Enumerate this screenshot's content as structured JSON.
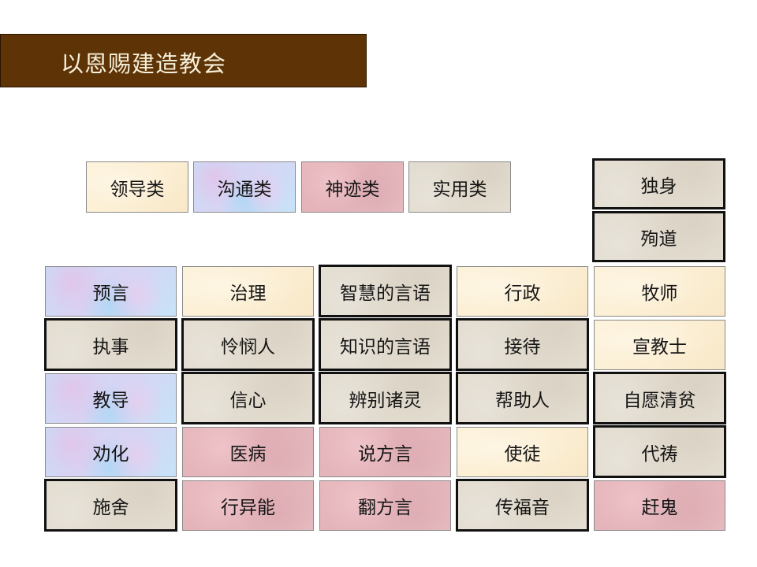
{
  "title": "以恩赐建造教会",
  "legend": [
    {
      "label": "领导类",
      "category": "lead"
    },
    {
      "label": "沟通类",
      "category": "comm"
    },
    {
      "label": "神迹类",
      "category": "mir"
    },
    {
      "label": "实用类",
      "category": "prac"
    }
  ],
  "colors": {
    "title_bar": "#5e3306",
    "title_text": "#f6efd9",
    "lead": "#fcefd4",
    "comm": "#c9dcf6",
    "mir": "#e4b6bb",
    "prac": "#e1dbcf"
  },
  "extra_column": [
    {
      "label": "独身",
      "category": "prac",
      "bold": true
    },
    {
      "label": "殉道",
      "category": "prac",
      "bold": true
    }
  ],
  "grid": [
    [
      {
        "label": "预言",
        "category": "comm",
        "bold": false
      },
      {
        "label": "治理",
        "category": "lead",
        "bold": false
      },
      {
        "label": "智慧的言语",
        "category": "prac",
        "bold": true
      },
      {
        "label": "行政",
        "category": "lead",
        "bold": false
      },
      {
        "label": "牧师",
        "category": "lead",
        "bold": false
      }
    ],
    [
      {
        "label": "执事",
        "category": "prac",
        "bold": true
      },
      {
        "label": "怜悯人",
        "category": "prac",
        "bold": true
      },
      {
        "label": "知识的言语",
        "category": "prac",
        "bold": true
      },
      {
        "label": "接待",
        "category": "prac",
        "bold": true
      },
      {
        "label": "宣教士",
        "category": "lead",
        "bold": false
      }
    ],
    [
      {
        "label": "教导",
        "category": "comm",
        "bold": false
      },
      {
        "label": "信心",
        "category": "prac",
        "bold": true
      },
      {
        "label": "辨别诸灵",
        "category": "prac",
        "bold": true
      },
      {
        "label": "帮助人",
        "category": "prac",
        "bold": true
      },
      {
        "label": "自愿清贫",
        "category": "prac",
        "bold": true
      }
    ],
    [
      {
        "label": "劝化",
        "category": "comm",
        "bold": false
      },
      {
        "label": "医病",
        "category": "mir",
        "bold": false
      },
      {
        "label": "说方言",
        "category": "mir",
        "bold": false
      },
      {
        "label": "使徒",
        "category": "lead",
        "bold": false
      },
      {
        "label": "代祷",
        "category": "prac",
        "bold": true
      }
    ],
    [
      {
        "label": "施舍",
        "category": "prac",
        "bold": true
      },
      {
        "label": "行异能",
        "category": "mir",
        "bold": false
      },
      {
        "label": "翻方言",
        "category": "mir",
        "bold": false
      },
      {
        "label": "传福音",
        "category": "prac",
        "bold": true
      },
      {
        "label": "赶鬼",
        "category": "mir",
        "bold": false
      }
    ]
  ]
}
